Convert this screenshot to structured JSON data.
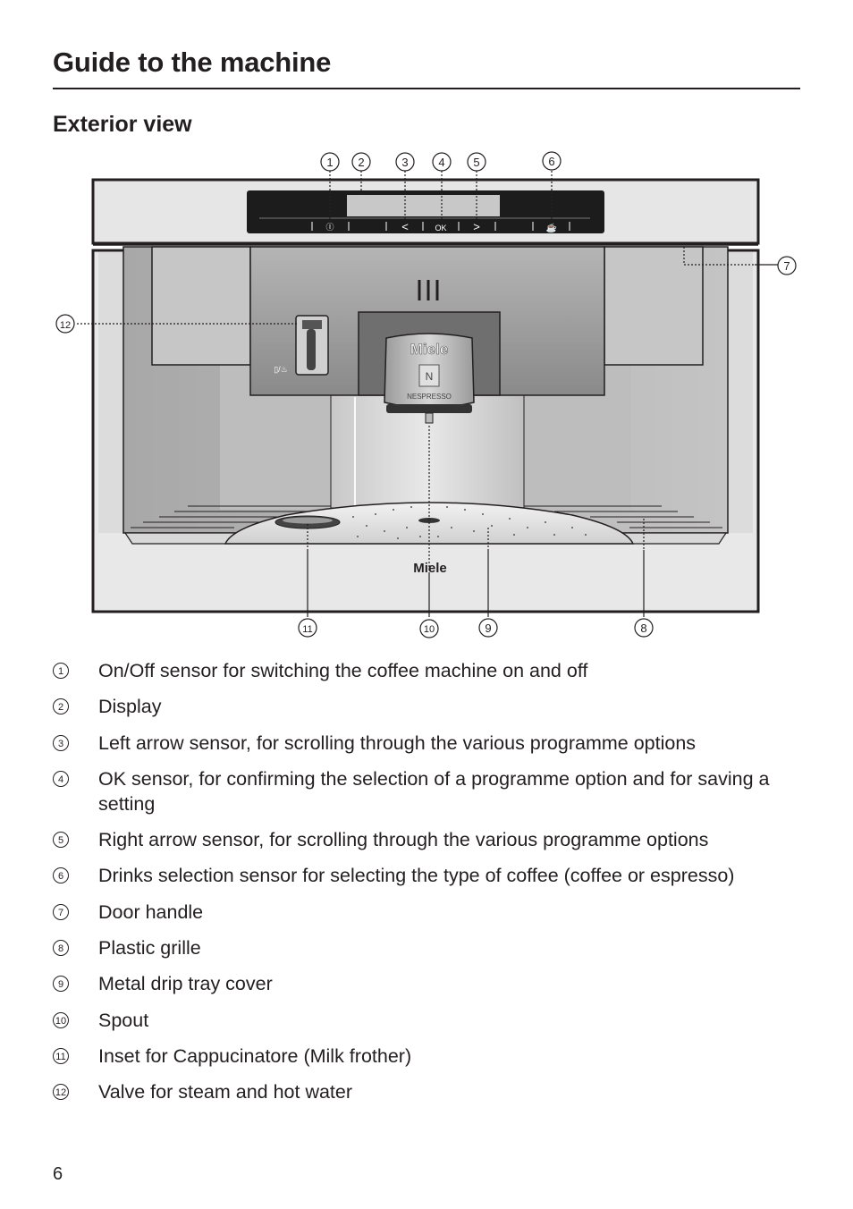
{
  "page": {
    "title": "Guide to the machine",
    "section": "Exterior view",
    "page_number": "6"
  },
  "diagram": {
    "callouts": [
      "1",
      "2",
      "3",
      "4",
      "5",
      "6",
      "7",
      "8",
      "9",
      "10",
      "11",
      "12"
    ],
    "display_symbols": [
      "Ⓘ",
      "<",
      "OK",
      ">",
      "☕"
    ],
    "brand_label": "Miele",
    "capsule_brand": "NESPRESSO",
    "valve_symbol": "▯/♨",
    "colors": {
      "metal_dark": "#8f8f8f",
      "metal_light": "#d9d9d9",
      "panel_black": "#1c1c1c",
      "frame": "#231f20"
    }
  },
  "legend": [
    {
      "num": "1",
      "text": "On/Off sensor for switching the coffee machine on and off"
    },
    {
      "num": "2",
      "text": "Display"
    },
    {
      "num": "3",
      "text": "Left arrow sensor, for scrolling through the various programme options"
    },
    {
      "num": "4",
      "text": "OK sensor, for confirming the selection of a programme option and for saving a setting"
    },
    {
      "num": "5",
      "text": "Right arrow sensor, for scrolling through the various programme options"
    },
    {
      "num": "6",
      "text": "Drinks selection sensor for selecting the type of coffee (coffee or espresso)"
    },
    {
      "num": "7",
      "text": "Door handle"
    },
    {
      "num": "8",
      "text": "Plastic grille"
    },
    {
      "num": "9",
      "text": "Metal drip tray cover"
    },
    {
      "num": "10",
      "text": "Spout"
    },
    {
      "num": "11",
      "text": "Inset for Cappucinatore (Milk frother)"
    },
    {
      "num": "12",
      "text": "Valve for steam and hot water"
    }
  ]
}
